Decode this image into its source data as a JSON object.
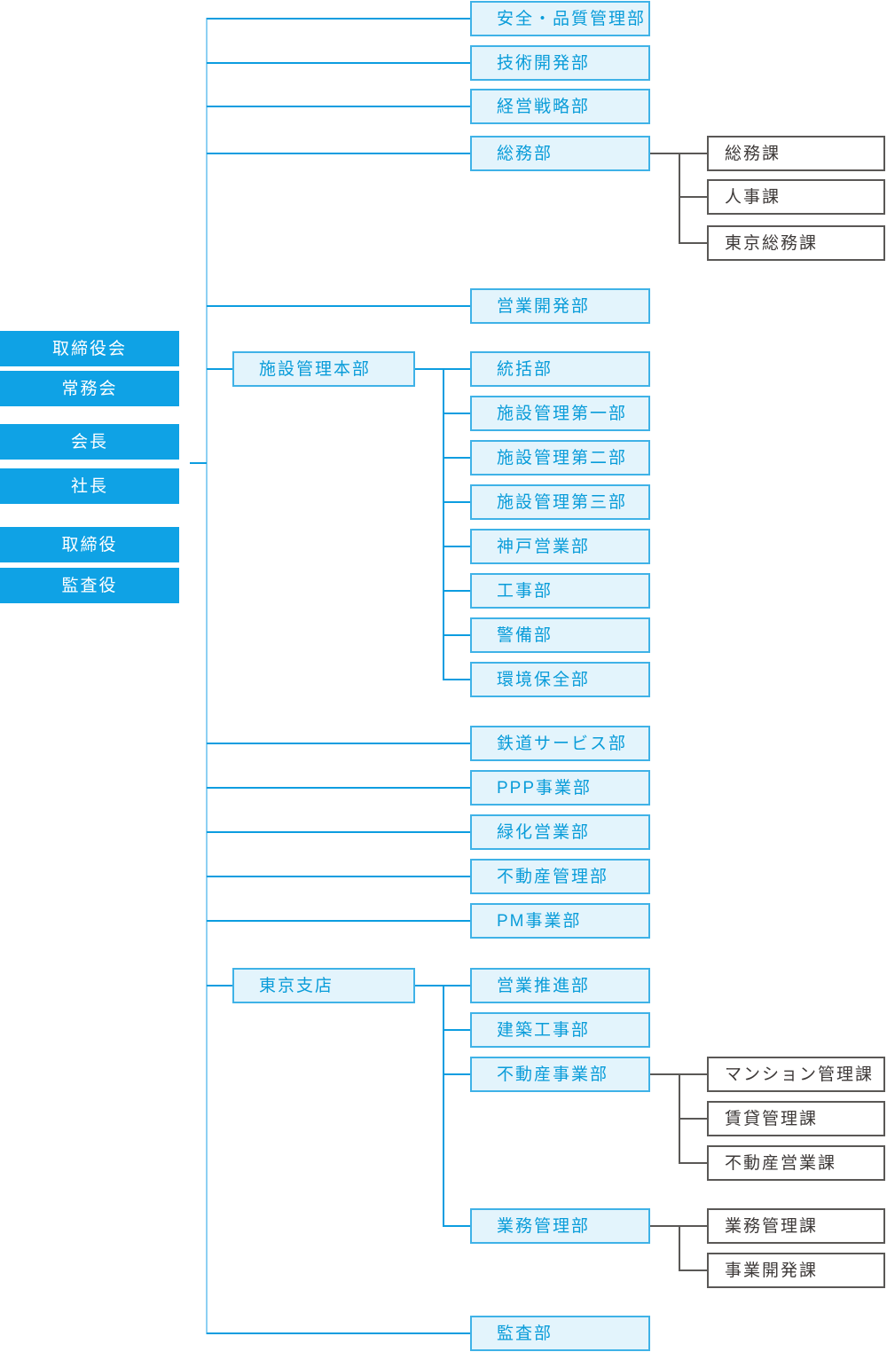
{
  "colors": {
    "solid_bg": "#0FA2E5",
    "solid_text": "#FFFFFF",
    "dept_bg": "#E3F4FC",
    "dept_border": "#3FB2E7",
    "dept_text": "#099CD9",
    "section_bg": "#FFFFFF",
    "section_border": "#5A5856",
    "section_text": "#3E3A39",
    "line_blue": "#0C9DE0",
    "line_blue_light": "#8DD0F2",
    "line_dark": "#5A5856"
  },
  "org": {
    "executives": [
      "取締役会",
      "常務会",
      "会長",
      "社長",
      "取締役",
      "監査役"
    ],
    "units": [
      {
        "label": "安全・品質管理部"
      },
      {
        "label": "技術開発部"
      },
      {
        "label": "経営戦略部"
      },
      {
        "label": "総務部",
        "sections": [
          "総務課",
          "人事課",
          "東京総務課"
        ]
      },
      {
        "label": "営業開発部"
      },
      {
        "label": "施設管理本部",
        "departments": [
          "統括部",
          "施設管理第一部",
          "施設管理第二部",
          "施設管理第三部",
          "神戸営業部",
          "工事部",
          "警備部",
          "環境保全部"
        ]
      },
      {
        "label": "鉄道サービス部"
      },
      {
        "label": "PPP事業部"
      },
      {
        "label": "緑化営業部"
      },
      {
        "label": "不動産管理部"
      },
      {
        "label": "PM事業部"
      },
      {
        "label": "東京支店",
        "departments": [
          {
            "label": "営業推進部"
          },
          {
            "label": "建築工事部"
          },
          {
            "label": "不動産事業部",
            "sections": [
              "マンション管理課",
              "賃貸管理課",
              "不動産営業課"
            ]
          },
          {
            "label": "業務管理部",
            "sections": [
              "業務管理課",
              "事業開発課"
            ]
          }
        ]
      },
      {
        "label": "監査部"
      }
    ]
  }
}
